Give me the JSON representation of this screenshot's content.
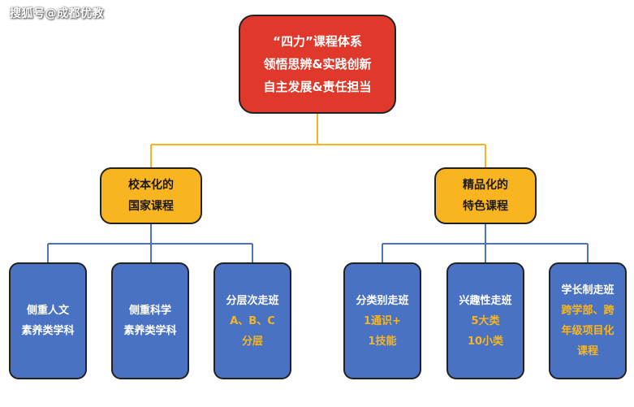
{
  "watermark": "搜狐号@成都优教",
  "colors": {
    "root_bg": "#e0392b",
    "mid_bg": "#f9b51f",
    "leaf_bg": "#4a72c2",
    "highlight_text": "#f9b51f",
    "connector_top": "#f9b51f",
    "connector_bottom": "#4a72c2"
  },
  "root": {
    "lines": [
      "“四力”课程体系",
      "领悟思辨&实践创新",
      "自主发展&责任担当"
    ]
  },
  "branches": [
    {
      "lines": [
        "校本化的",
        "国家课程"
      ],
      "leaves": [
        {
          "title": [
            "侧重人文",
            "素养类学科"
          ],
          "detail": []
        },
        {
          "title": [
            "侧重科学",
            "素养类学科"
          ],
          "detail": []
        },
        {
          "title": [
            "分层次走班"
          ],
          "detail": [
            "A、B、C",
            "分层"
          ]
        }
      ]
    },
    {
      "lines": [
        "精品化的",
        "特色课程"
      ],
      "leaves": [
        {
          "title": [
            "分类别走班"
          ],
          "detail": [
            "1通识+",
            "1技能"
          ]
        },
        {
          "title": [
            "兴趣性走班"
          ],
          "detail": [
            "5大类",
            "10小类"
          ]
        },
        {
          "title": [
            "学长制走班"
          ],
          "detail": [
            "跨学部、跨",
            "年级项目化",
            "课程"
          ]
        }
      ]
    }
  ]
}
